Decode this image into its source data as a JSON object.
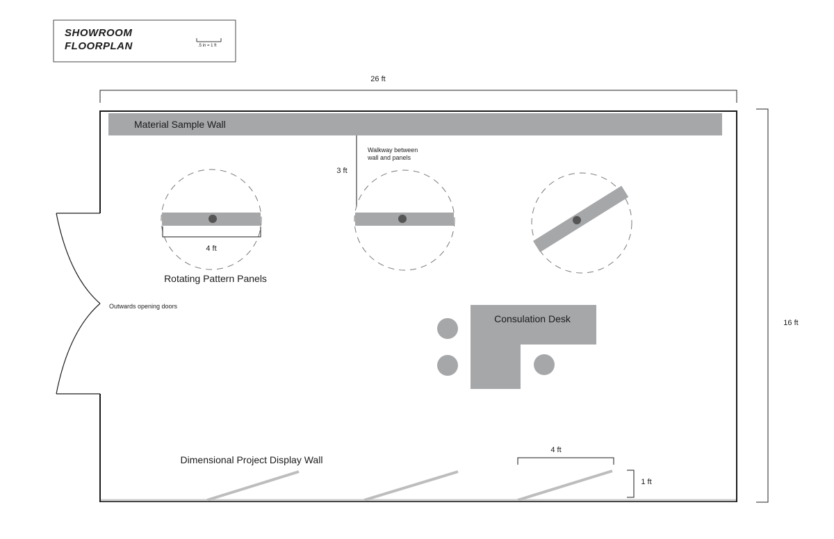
{
  "title": {
    "line1": "SHOWROOM",
    "line2": "FLOORPLAN",
    "scale": ".5 in = 1 ft"
  },
  "dimensions": {
    "width": "26 ft",
    "height": "16 ft",
    "walkway": "3 ft",
    "panel_width": "4 ft",
    "display_segment": "4 ft",
    "display_depth": "1 ft"
  },
  "labels": {
    "material_wall": "Material Sample Wall",
    "walkway_line1": "Walkway between",
    "walkway_line2": "wall and panels",
    "rotating_panels": "Rotating Pattern Panels",
    "doors": "Outwards opening doors",
    "desk": "Consulation Desk",
    "display_wall": "Dimensional Project Display Wall"
  },
  "colors": {
    "fixture": "#a6a7a9",
    "pivot": "#555555",
    "outline": "#1a1a1a",
    "dashed": "#777777",
    "display_bar": "#bdbdbd"
  }
}
